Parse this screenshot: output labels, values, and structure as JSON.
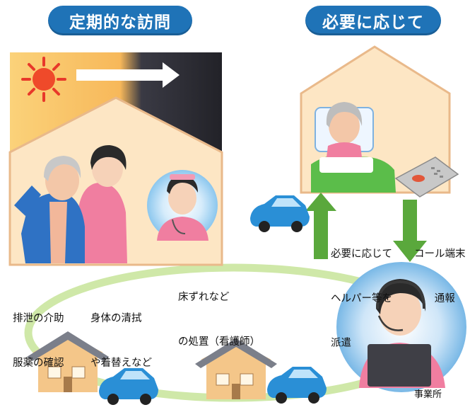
{
  "headers": {
    "periodic_visit": "定期的な訪問",
    "as_needed": "必要に応じて"
  },
  "labels": {
    "excretion_medication": [
      "排泄の介助",
      "服薬の確認"
    ],
    "body_cleaning": [
      "身体の清拭",
      "や着替えなど"
    ],
    "bedsore_care": [
      "床ずれなど",
      "の処置（看護師）"
    ],
    "dispatch_helper": [
      "必要に応じて",
      "ヘルパー等を",
      "派遣"
    ],
    "call_terminal": [
      "コール端末",
      "通報"
    ],
    "office": "事業所"
  },
  "colors": {
    "header_blue": "#1f73b7",
    "ring_green": "#c9e6a0",
    "arrow_green": "#5aa83c",
    "house_peach": "#fde8c8",
    "night_dark": "#2b2b36",
    "car_blue": "#2a8fd6",
    "sun_red": "#e8382a",
    "moon_yellow": "#ffd21a"
  },
  "icons": [
    "sun-icon",
    "moon-icon",
    "car-icon",
    "house-icon",
    "arrow-right-icon",
    "arrow-up-icon",
    "arrow-down-icon",
    "call-terminal-icon",
    "headset-icon"
  ]
}
